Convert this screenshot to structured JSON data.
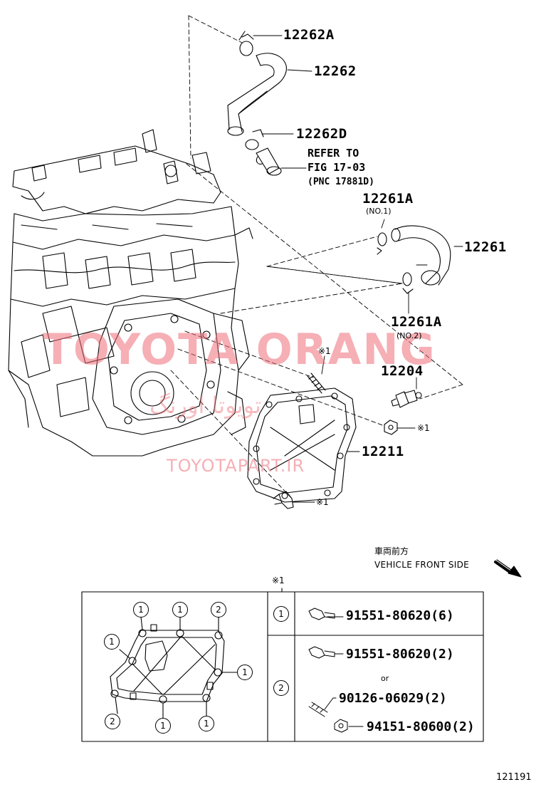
{
  "labels": {
    "l_12262A": "12262A",
    "l_12262": "12262",
    "l_12262D": "12262D",
    "refer_line1": "REFER TO",
    "refer_line2": "FIG 17-03",
    "refer_line3": "(PNC 17881D)",
    "l_12261A_top": "12261A",
    "no1": "(NO.1)",
    "l_12261": "12261",
    "l_12261A_bot": "12261A",
    "no2": "(NO.2)",
    "l_12204": "12204",
    "l_12211": "12211",
    "mark1": "※1",
    "mark2": "※1",
    "mark3": "※1",
    "table_mark": "※1"
  },
  "watermark": {
    "main": "TOYOTA ORANG",
    "persian": "تویوتا اورنگ",
    "site": "TOYOTAPART.IR"
  },
  "front": {
    "japanese": "車両前方",
    "english": "VEHICLE FRONT SIDE"
  },
  "table": {
    "row1": {
      "no": "1",
      "part": "91551-80620(6)"
    },
    "row2": {
      "no": "2",
      "part_a": "91551-80620(2)",
      "or_word": "or",
      "part_b": "90126-06029(2)",
      "part_c": "94151-80600(2)"
    }
  },
  "inset_numbers": [
    "1",
    "1",
    "2",
    "1",
    "1",
    "2",
    "1",
    "1"
  ],
  "figure_id": "121191",
  "colors": {
    "watermark": "#ec6e78",
    "line": "#000000"
  }
}
